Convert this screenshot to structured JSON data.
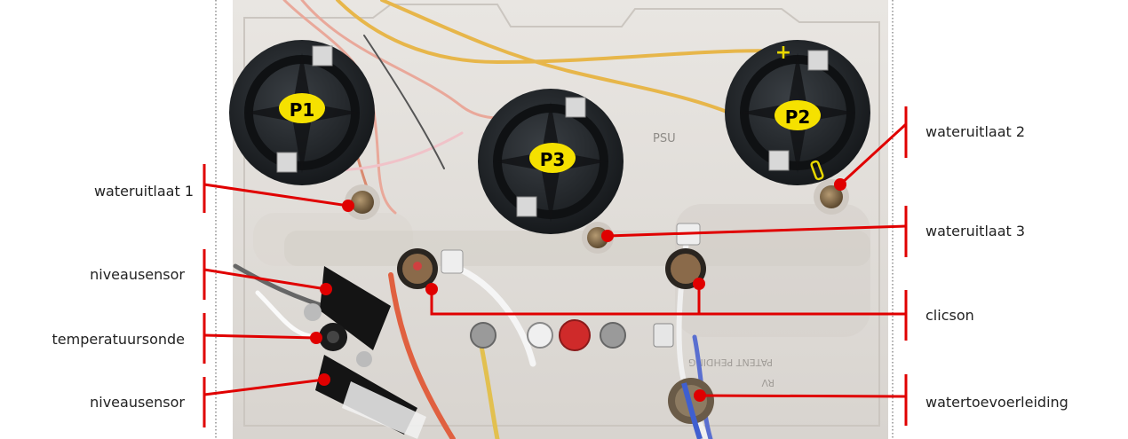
{
  "pump_labels": {
    "p1": "P1",
    "p2": "P2",
    "p3": "P3"
  },
  "pcb_text": {
    "psu": "PSU",
    "patent": "PATENT PEHDING",
    "rv": "RV"
  },
  "callouts": {
    "wateruitlaat_1": "wateruitlaat 1",
    "wateruitlaat_2": "wateruitlaat 2",
    "wateruitlaat_3": "wateruitlaat 3",
    "niveausensor_top": "niveausensor",
    "temperatuursonde": "temperatuursonde",
    "niveausensor_bottom": "niveausensor",
    "clicson": "clicson",
    "watertoevoerleiding": "watertoevoerleiding"
  },
  "colors": {
    "callout_line": "#e00000",
    "pump_label_bg": "#f5e100",
    "pump_body": "#1e2226",
    "housing": "#e3e0dc",
    "background": "#ffffff"
  }
}
